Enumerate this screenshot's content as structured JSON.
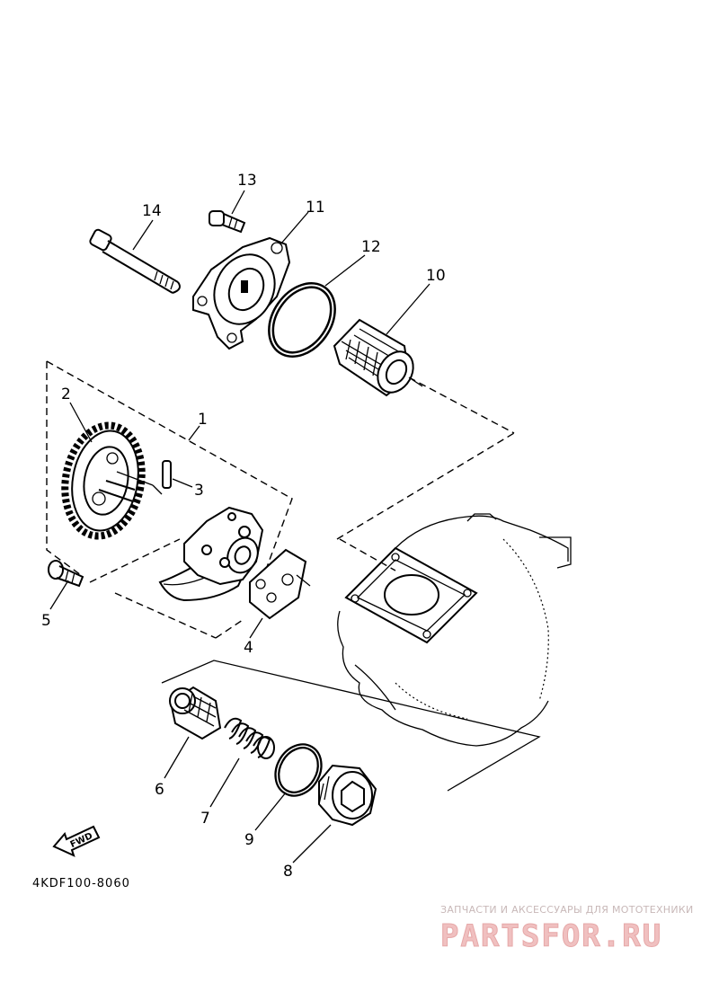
{
  "labels": {
    "p1": "1",
    "p2": "2",
    "p3": "3",
    "p4": "4",
    "p5": "5",
    "p6": "6",
    "p7": "7",
    "p8": "8",
    "p9": "9",
    "p10": "10",
    "p11": "11",
    "p12": "12",
    "p13": "13",
    "p14": "14"
  },
  "fwd_label": "FWD",
  "diagram_code": "4KDF100-8060",
  "watermark": {
    "tagline": "ЗАПЧАСТИ И АКСЕССУАРЫ ДЛЯ МОТОТЕХНИКИ",
    "logo": "PARTSFOR.RU"
  },
  "colors": {
    "line": "#000000",
    "background": "#ffffff",
    "watermark": "#f0c0c0"
  }
}
